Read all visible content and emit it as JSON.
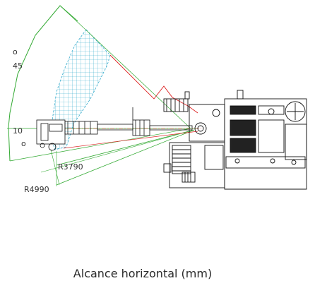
{
  "diagram": {
    "angle_top_degree_symbol": "o",
    "angle_top_value": "45",
    "angle_bottom_value": "10",
    "angle_bottom_degree_symbol": "o",
    "radius_inner": "R3790",
    "radius_outer": "R4990",
    "caption": "Alcance horizontal (mm)"
  },
  "colors": {
    "arc": "#33aa33",
    "envelope": "#33aacc",
    "boom_line": "#dd2222",
    "machine": "#111111"
  }
}
